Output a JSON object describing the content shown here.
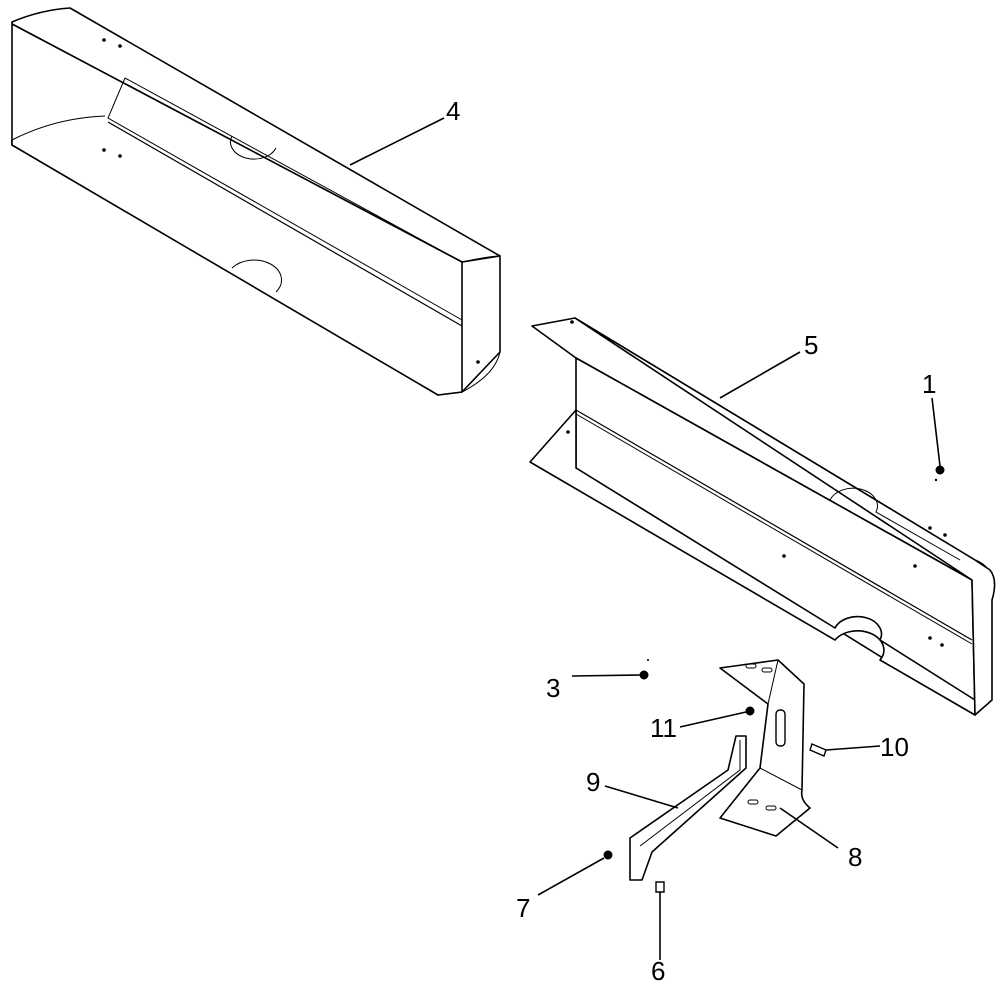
{
  "diagram": {
    "callouts": [
      {
        "id": "1",
        "label": "1"
      },
      {
        "id": "3",
        "label": "3"
      },
      {
        "id": "4",
        "label": "4"
      },
      {
        "id": "5",
        "label": "5"
      },
      {
        "id": "6",
        "label": "6"
      },
      {
        "id": "7",
        "label": "7"
      },
      {
        "id": "8",
        "label": "8"
      },
      {
        "id": "9",
        "label": "9"
      },
      {
        "id": "10",
        "label": "10"
      },
      {
        "id": "11",
        "label": "11"
      }
    ]
  }
}
